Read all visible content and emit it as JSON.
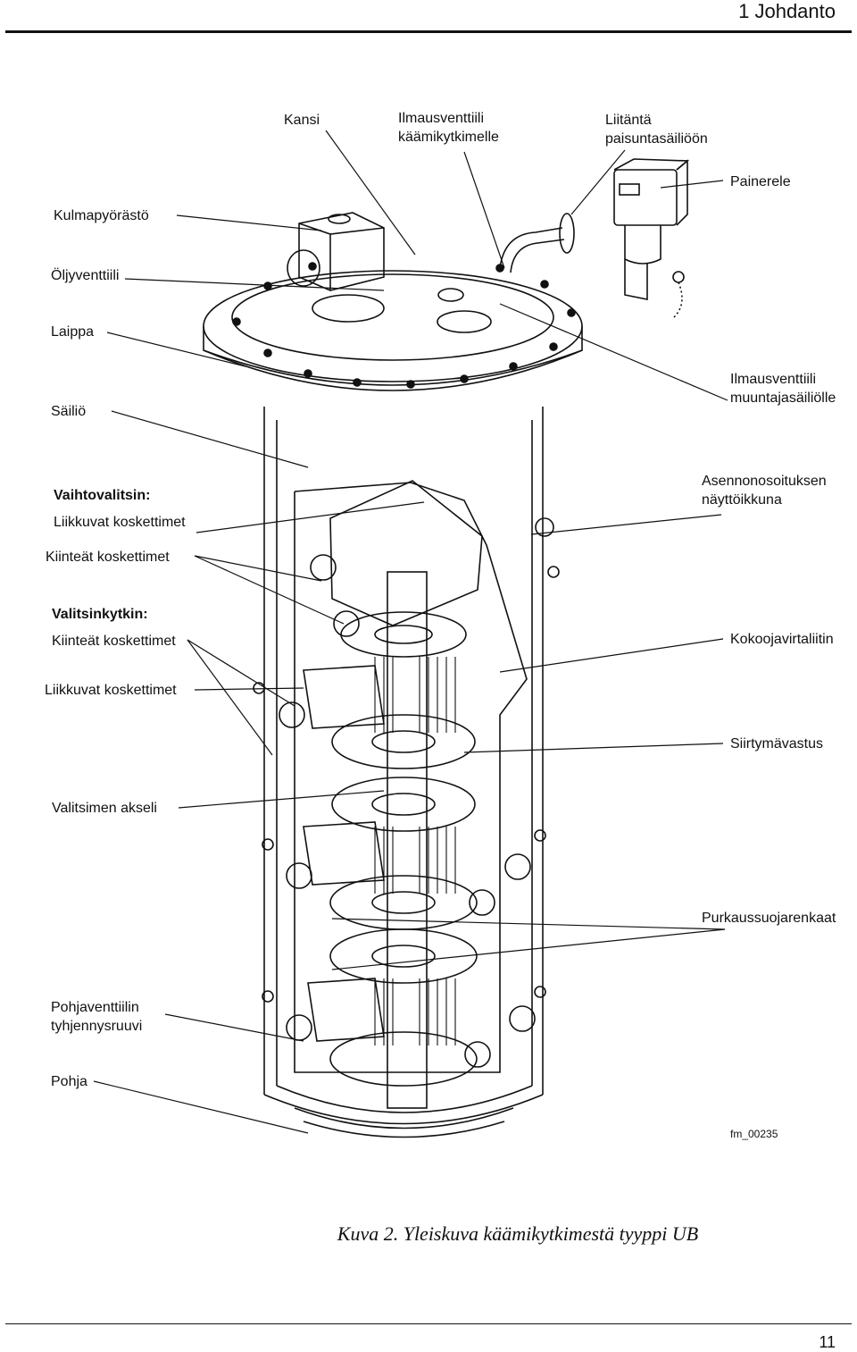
{
  "header": {
    "chapter": "1  Johdanto"
  },
  "labels": {
    "kansi": "Kansi",
    "ilma_kaami_1": "Ilmausventtiili",
    "ilma_kaami_2": "käämikytkimelle",
    "liitanta_1": "Liitäntä",
    "liitanta_2": "paisuntasäiliöön",
    "painerele": "Painerele",
    "kulmapyorasto": "Kulmapyörästö",
    "oljyventtiili": "Öljyventtiili",
    "laippa": "Laippa",
    "ilma_muunt_1": "Ilmausventtiili",
    "ilma_muunt_2": "muuntajasäiliölle",
    "sailio": "Säiliö",
    "vaihtovalitsin": "Vaihtovalitsin:",
    "liikkuvat_1": "Liikkuvat koskettimet",
    "asennon_1": "Asennonosoituksen",
    "asennon_2": "näyttöikkuna",
    "kiinteat_1": "Kiinteät koskettimet",
    "valitsinkytkin": "Valitsinkytkin:",
    "kiinteat_2": "Kiinteät koskettimet",
    "kokoojavirtaliitin": "Kokoojavirtaliitin",
    "liikkuvat_2": "Liikkuvat koskettimet",
    "siirtymavastus": "Siirtymävastus",
    "valitsimen_akseli": "Valitsimen akseli",
    "purkaus": "Purkaussuojarenkaat",
    "pohjaventtiili_1": "Pohjaventtiilin",
    "pohjaventtiili_2": "tyhjennysruuvi",
    "pohja": "Pohja"
  },
  "figure_ref": "fm_00235",
  "caption": "Kuva 2. Yleiskuva käämikytkimestä tyyppi UB",
  "page_number": "11"
}
